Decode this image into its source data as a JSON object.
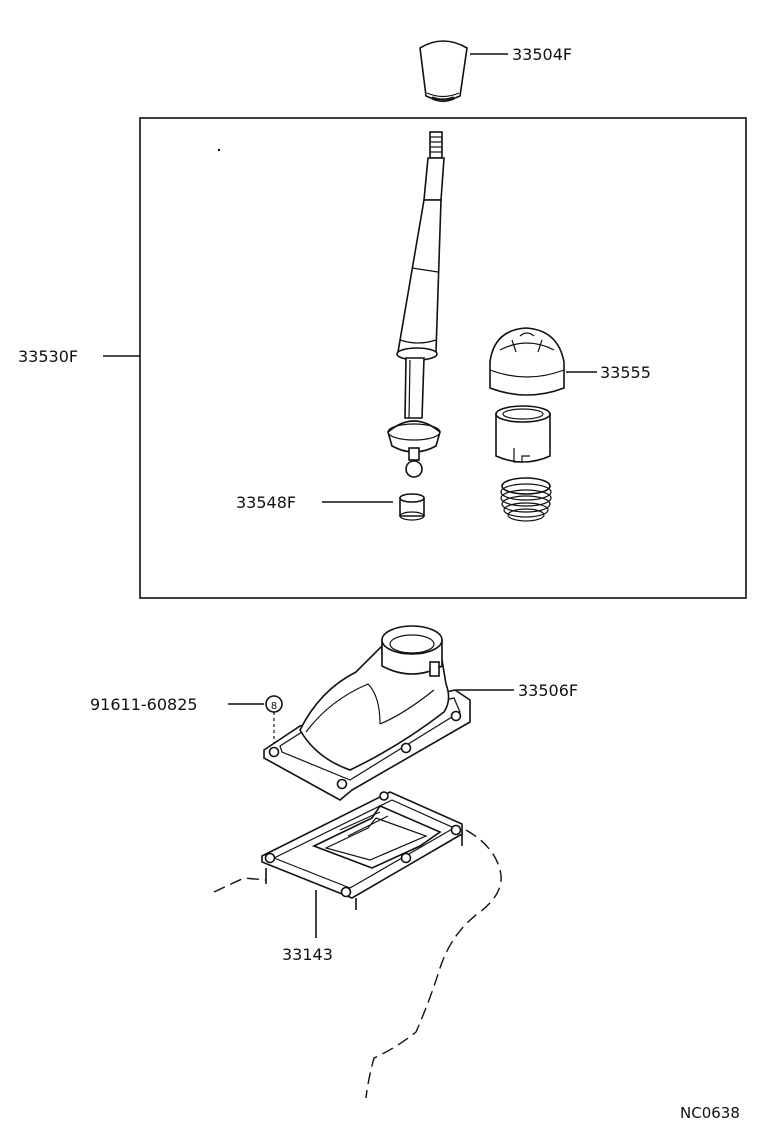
{
  "parts": {
    "knob": "33504F",
    "lever_assy": "33530F",
    "boot_retainer": "33555",
    "bushing": "33548F",
    "bolt": "91611-60825",
    "bolt_mark": "8",
    "housing": "33506F",
    "cover_plate": "33143"
  },
  "drawing_code": "NC0638",
  "colors": {
    "ink": "#111111",
    "paper": "#ffffff"
  }
}
